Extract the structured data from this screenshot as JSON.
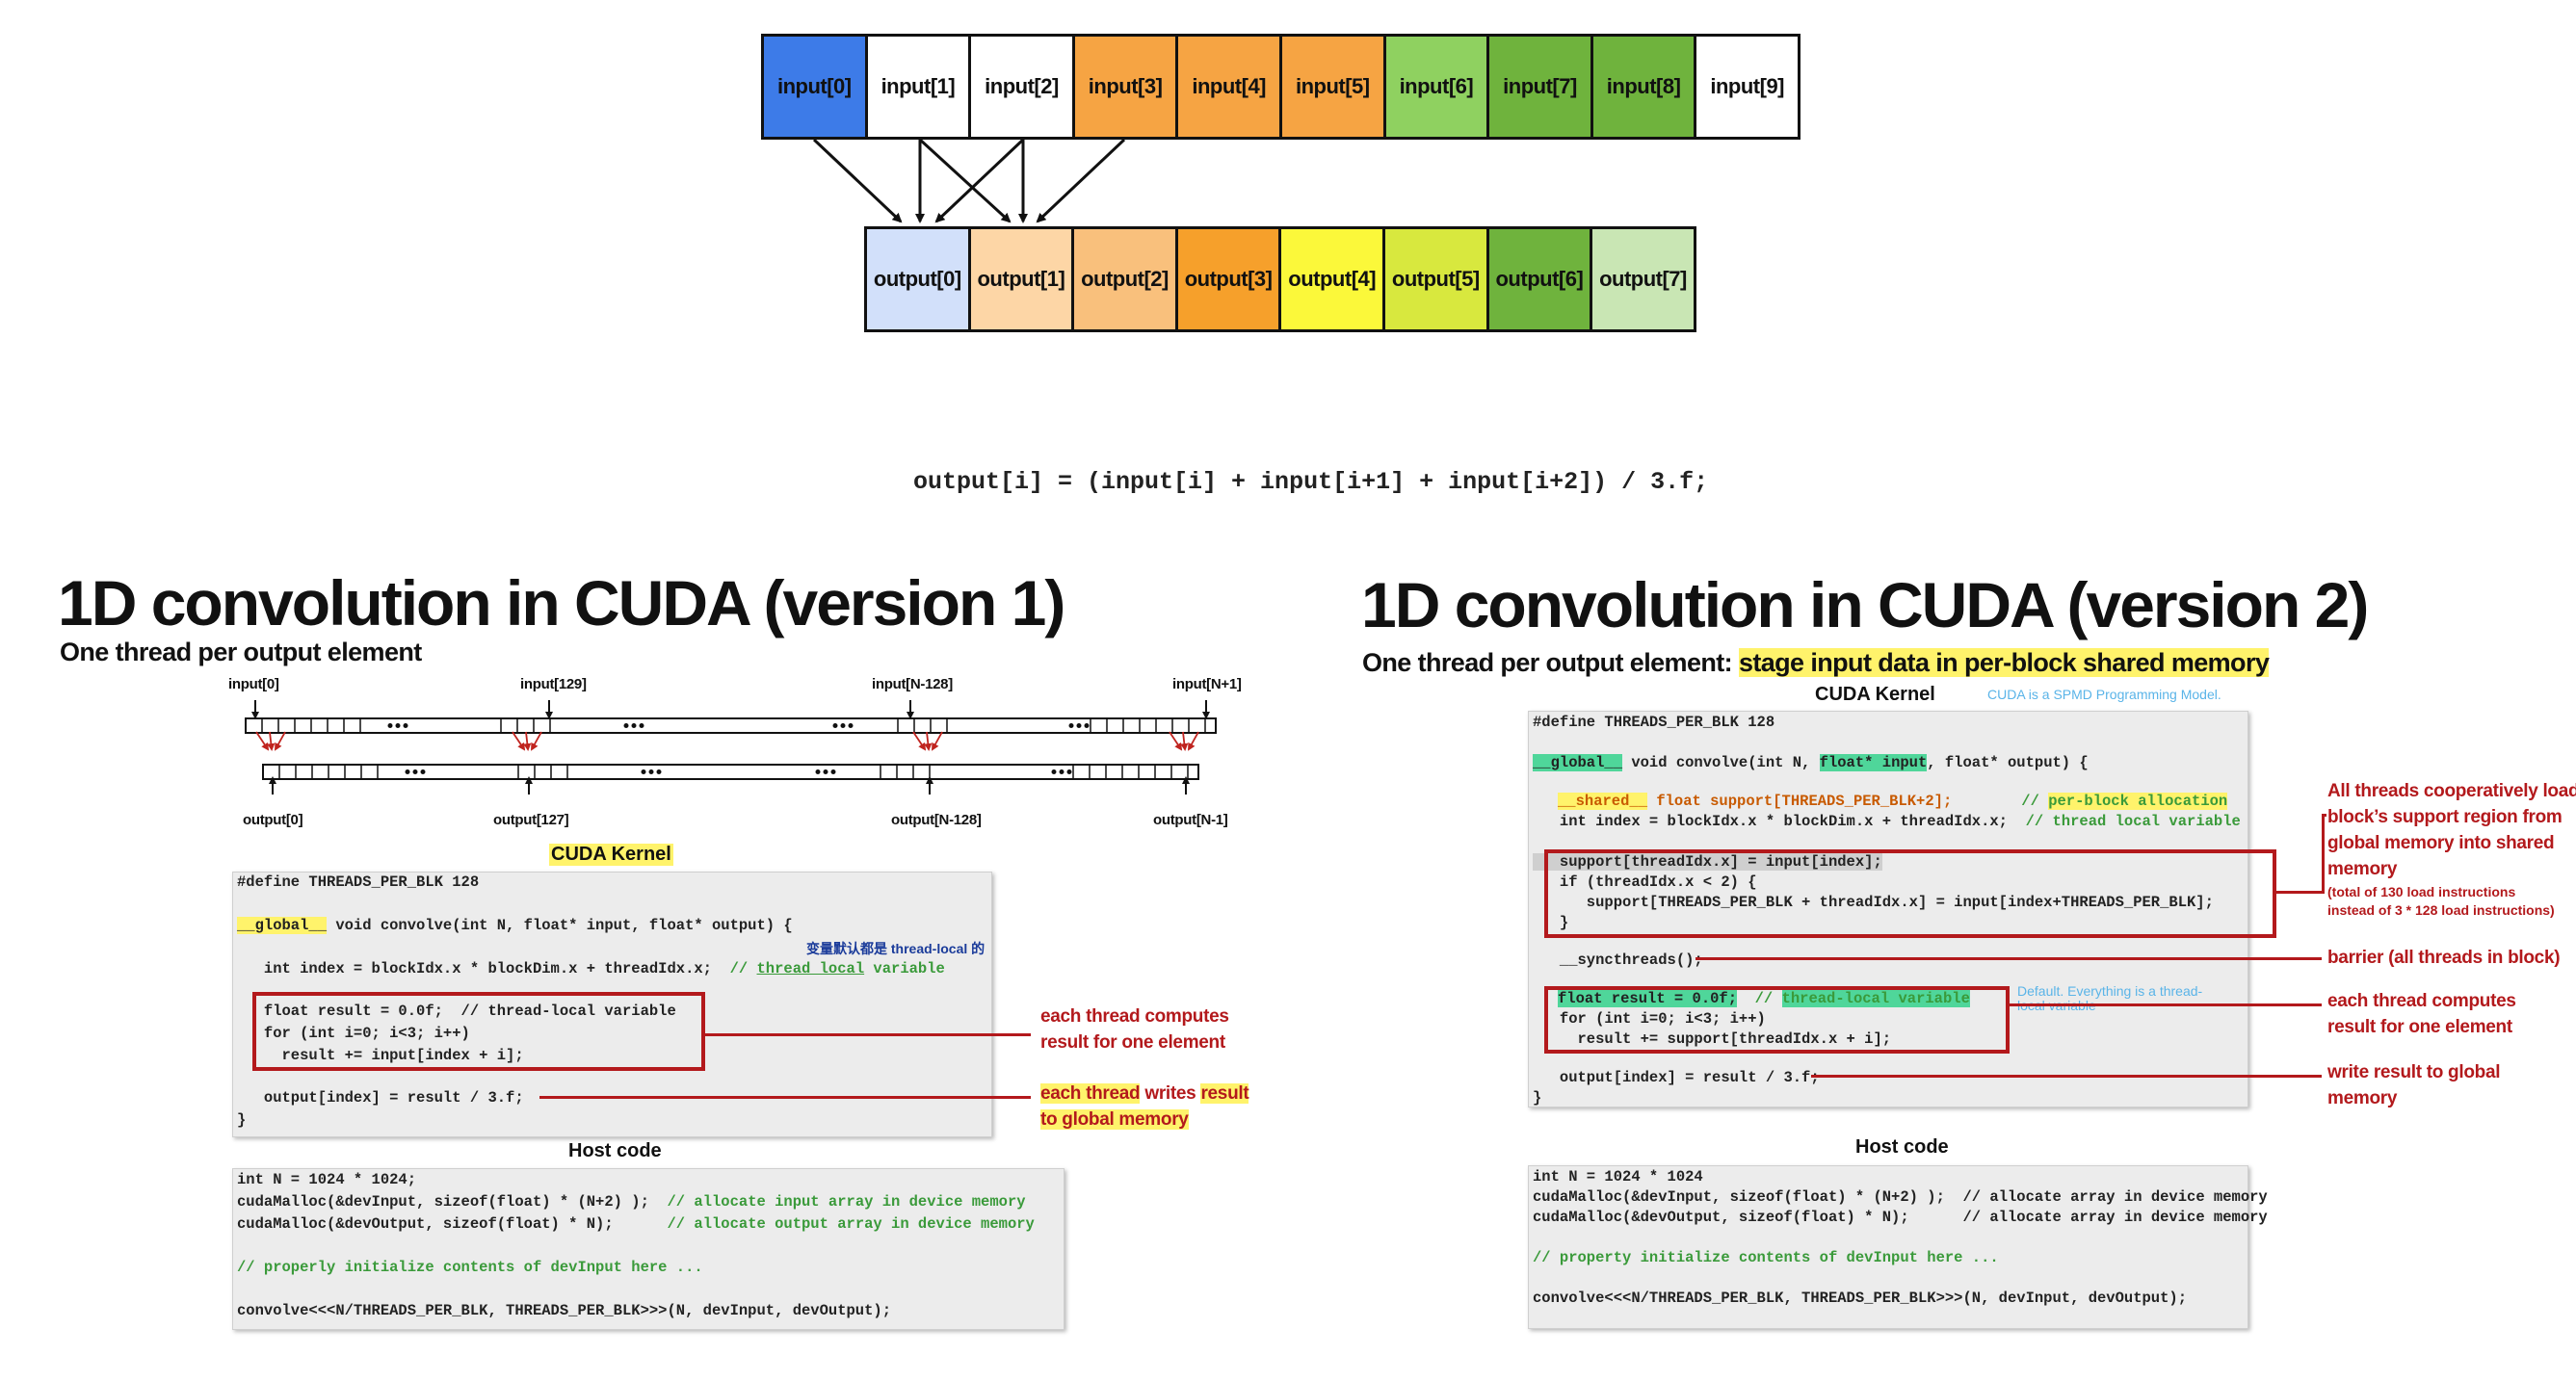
{
  "top_diagram": {
    "inputs": [
      {
        "label": "input[0]",
        "color": "#3d7be8"
      },
      {
        "label": "input[1]",
        "color": "#ffffff"
      },
      {
        "label": "input[2]",
        "color": "#ffffff"
      },
      {
        "label": "input[3]",
        "color": "#f6a443"
      },
      {
        "label": "input[4]",
        "color": "#f6a443"
      },
      {
        "label": "input[5]",
        "color": "#f6a443"
      },
      {
        "label": "input[6]",
        "color": "#8fd160"
      },
      {
        "label": "input[7]",
        "color": "#6fb33d"
      },
      {
        "label": "input[8]",
        "color": "#6fb33d"
      },
      {
        "label": "input[9]",
        "color": "#ffffff"
      }
    ],
    "outputs": [
      {
        "label": "output[0]",
        "color": "#d2e0fa"
      },
      {
        "label": "output[1]",
        "color": "#fdd6a6"
      },
      {
        "label": "output[2]",
        "color": "#f9c07c"
      },
      {
        "label": "output[3]",
        "color": "#f6a02b"
      },
      {
        "label": "output[4]",
        "color": "#fbf83a"
      },
      {
        "label": "output[5]",
        "color": "#d8e83e"
      },
      {
        "label": "output[6]",
        "color": "#6fb33d"
      },
      {
        "label": "output[7]",
        "color": "#c9e6b4"
      }
    ],
    "formula": "output[i] = (input[i] + input[i+1] + input[i+2]) / 3.f;"
  },
  "v1": {
    "title": "1D convolution in CUDA (version 1)",
    "subtitle": "One thread per output element",
    "array_labels_top": [
      "input[0]",
      "input[129]",
      "input[N-128]",
      "input[N+1]"
    ],
    "array_labels_bottom": [
      "output[0]",
      "output[127]",
      "output[N-128]",
      "output[N-1]"
    ],
    "kernel_caption": "CUDA Kernel",
    "kernel_code": {
      "define": "#define THREADS_PER_BLK 128",
      "global_kw": "__global__",
      "sig": " void convolve(int N, float* input, float* output) {",
      "cn_note": "变量默认都是 thread-local 的",
      "index": "   int index = blockIdx.x * blockDim.x + threadIdx.x;  ",
      "index_comment_a": "// ",
      "index_comment_b": "thread local",
      "index_comment_c": " variable",
      "l1": "   float result = 0.0f;  // thread-local variable",
      "l2": "   for (int i=0; i<3; i++)",
      "l3": "     result += input[index + i];",
      "out": "   output[index] = result / 3.f;",
      "close": "}"
    },
    "notes": {
      "compute": [
        "each thread computes",
        "result for one element"
      ],
      "write_a": "each thread",
      "write_b": " writes ",
      "write_c": "result",
      "write_d": "to global memory"
    },
    "host_caption": "Host code",
    "host_code": {
      "l1": "int N = 1024 * 1024;",
      "l2a": "cudaMalloc(&devInput, sizeof(float) * (N+2) );  ",
      "l2b": "// allocate input array in device memory",
      "l3a": "cudaMalloc(&devOutput, sizeof(float) * N);      ",
      "l3b": "// allocate output array in device memory",
      "l4": "// properly initialize contents of devInput here ...",
      "l5": "convolve<<<N/THREADS_PER_BLK, THREADS_PER_BLK>>>(N, devInput, devOutput);"
    }
  },
  "v2": {
    "title": "1D convolution in CUDA (version 2)",
    "subtitle_a": "One thread per output element: ",
    "subtitle_b": "stage input data in per-block shared memory",
    "kernel_caption": "CUDA Kernel",
    "spmd_note": "CUDA is a SPMD Programming Model.",
    "kernel_code": {
      "define": "#define THREADS_PER_BLK 128",
      "global_kw": "__global__",
      "sig_a": " void convolve(int N, ",
      "sig_b": "float* input",
      "sig_c": ", float* output) {",
      "shared_kw": "__shared__",
      "shared_rest": " float support[THREADS_PER_BLK+2];",
      "shared_cm_a": "// ",
      "shared_cm_b": "per-block allocation",
      "index": "   int index = blockIdx.x * blockDim.x + threadIdx.x;",
      "index_cm": "  // thread local variable",
      "s1": "   support[threadIdx.x] = input[index];",
      "s2": "   if (threadIdx.x < 2) {",
      "s3": "      support[THREADS_PER_BLK + threadIdx.x] = input[index+THREADS_PER_BLK];",
      "s4": "   }",
      "sync": "   __syncthreads();",
      "r1a": "float result = 0.0f;",
      "r1b": "  // ",
      "r1c": "thread-local variable",
      "r2": "   for (int i=0; i<3; i++)",
      "r3": "     result += support[threadIdx.x + i];",
      "out": "   output[index] = result / 3.f;",
      "close": "}"
    },
    "default_note": [
      "Default. Everything is a thread-",
      "local variable"
    ],
    "notes": {
      "load": [
        "All threads cooperatively load",
        "block’s support region from",
        "global memory into shared",
        "memory"
      ],
      "load_small": [
        "(total of 130 load instructions",
        "instead of 3 * 128 load instructions)"
      ],
      "barrier": "barrier (all threads in block)",
      "compute": [
        "each thread computes",
        "result for one element"
      ],
      "write": [
        "write result to global",
        "memory"
      ]
    },
    "host_caption": "Host code",
    "host_code": {
      "l1": "int N = 1024 * 1024",
      "l2a": "cudaMalloc(&devInput, sizeof(float) * (N+2) );  ",
      "l2b": "// allocate array in device memory",
      "l3a": "cudaMalloc(&devOutput, sizeof(float) * N);      ",
      "l3b": "// allocate array in device memory",
      "l4": "// property initialize contents of devInput here ...",
      "l5": "convolve<<<N/THREADS_PER_BLK, THREADS_PER_BLK>>>(N, devInput, devOutput);"
    }
  },
  "colors": {
    "red": "#b3191c",
    "highlight_yellow": "#fff36b",
    "highlight_green": "#4fd69a",
    "comment_green": "#3a9a3a"
  }
}
